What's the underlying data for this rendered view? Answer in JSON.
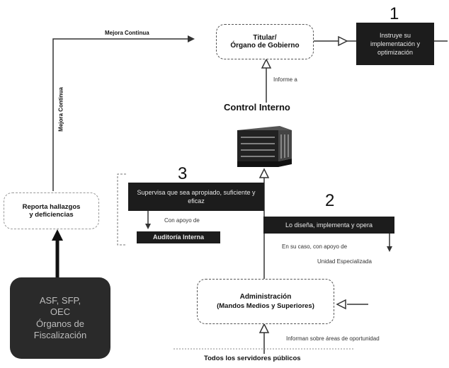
{
  "numbers": {
    "n1": "1",
    "n2": "2",
    "n3": "3"
  },
  "titular": {
    "line1": "Titular/",
    "line2": "Órgano de Gobierno"
  },
  "box1": {
    "text": "Instruye su implementación y optimización"
  },
  "informe": {
    "text": "Informe a"
  },
  "control": {
    "title": "Control Interno"
  },
  "mejora_top": {
    "text": "Mejora Continua"
  },
  "mejora_vertical": {
    "text": "Mejora Continua"
  },
  "reporta": {
    "line1": "Reporta hallazgos",
    "line2": "y deficiencias"
  },
  "box3": {
    "text": "Supervisa que sea apropiado, suficiente y eficaz"
  },
  "con_apoyo": {
    "text": "Con apoyo de"
  },
  "auditoria": {
    "text": "Auditoría Interna"
  },
  "box2": {
    "text": "Lo diseña, implementa y opera"
  },
  "en_su_caso": {
    "text": "En su caso, con apoyo de"
  },
  "unidad": {
    "text": "Unidad Especializada"
  },
  "administracion": {
    "line1": "Administración",
    "line2": "(Mandos Medios y Superiores)"
  },
  "informan": {
    "text": "Informan sobre áreas de oportunidad"
  },
  "todos": {
    "text": "Todos los servidores públicos"
  },
  "ase": {
    "line1": "ASF, SFP,",
    "line2": "OEC",
    "line3": "Órganos de",
    "line4": "Fiscalización"
  },
  "colors": {
    "dark": "#1c1c1c",
    "line": "#333333",
    "ase_bg": "#2a2a2a"
  }
}
